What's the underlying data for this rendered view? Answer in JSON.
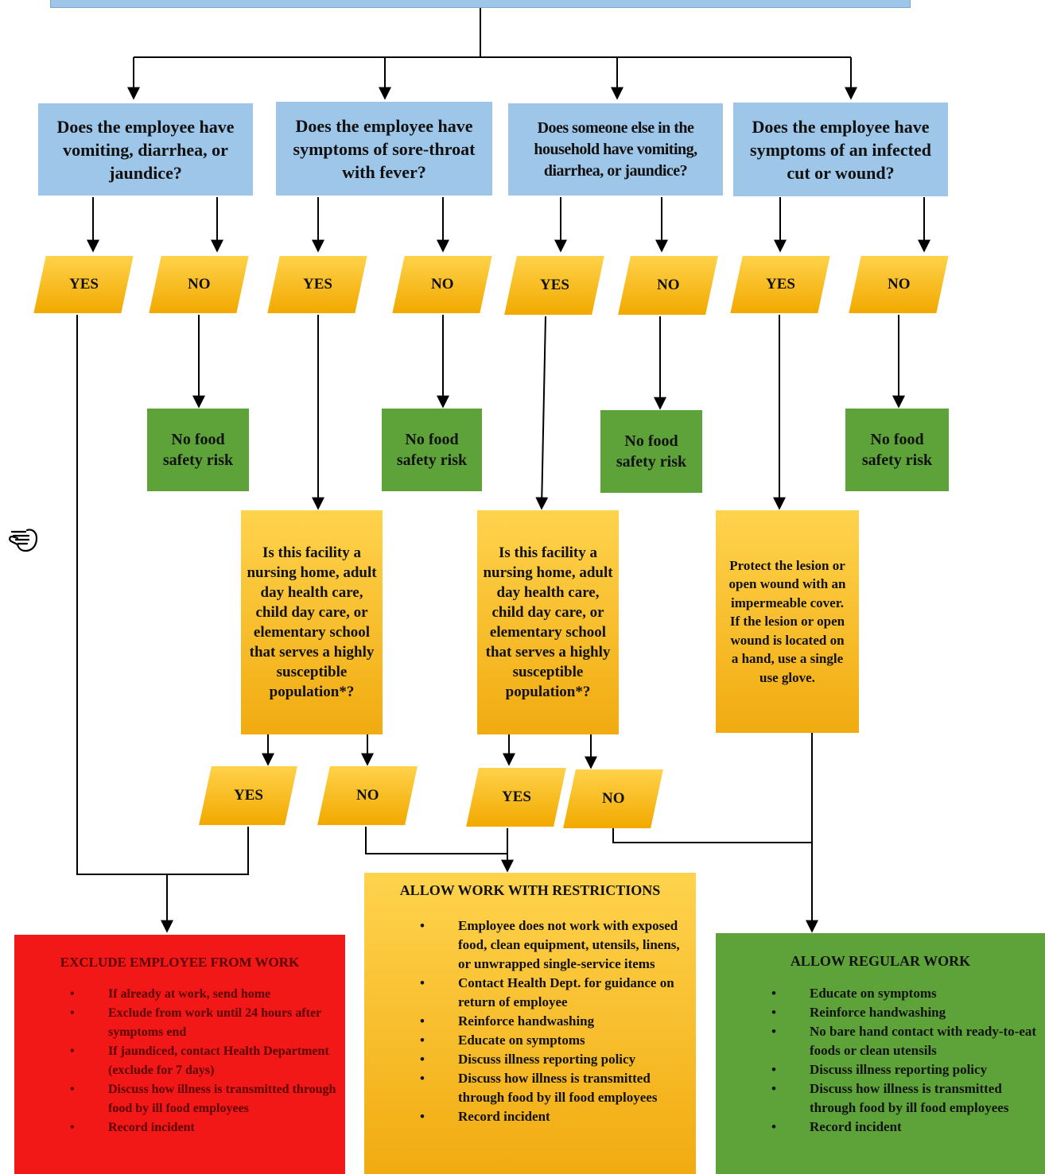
{
  "questions": [
    "Does the employee have vomiting, diarrhea, or jaundice?",
    "Does the employee have symptoms of sore-throat with fever?",
    "Does someone else in the household have vomiting, diarrhea, or jaundice?",
    "Does the employee have symptoms of an infected cut or wound?"
  ],
  "answers": {
    "yes": "YES",
    "no": "NO"
  },
  "no_risk": "No food safety risk",
  "facility_question": "Is this facility a nursing home, adult day health care, child day care, or elementary school that serves a highly susceptible population*?",
  "protect_text": "Protect the lesion or open wound with an impermeable cover. If the lesion or open wound is located on a hand, use a single use glove.",
  "outcomes": {
    "exclude": {
      "title": "EXCLUDE EMPLOYEE FROM WORK",
      "items": [
        "If already at work, send home",
        "Exclude from work until 24 hours after symptoms end",
        "If jaundiced, contact Health Department (exclude for 7 days)",
        "Discuss how illness is transmitted through food by ill food employees",
        "Record incident"
      ]
    },
    "restrict": {
      "title": "ALLOW WORK WITH RESTRICTIONS",
      "items": [
        "Employee does not work with exposed food, clean equipment, utensils, linens, or unwrapped single-service items",
        "Contact Health Dept. for guidance on return of employee",
        "Reinforce handwashing",
        "Educate on symptoms",
        "Discuss illness reporting policy",
        "Discuss how illness is transmitted through food by ill food employees",
        "Record incident"
      ]
    },
    "regular": {
      "title": "ALLOW REGULAR WORK",
      "items": [
        "Educate on symptoms",
        "Reinforce handwashing",
        "No bare hand contact with ready-to-eat foods or clean utensils",
        "Discuss illness reporting policy",
        "Discuss how illness is transmitted through food by ill food employees",
        "Record incident"
      ]
    }
  },
  "icons": {
    "side": "hand-icon"
  },
  "colors": {
    "question": "#9ec6e8",
    "answer": "#f7b500",
    "safe": "#5ea33a",
    "exclude": "#f21818"
  }
}
